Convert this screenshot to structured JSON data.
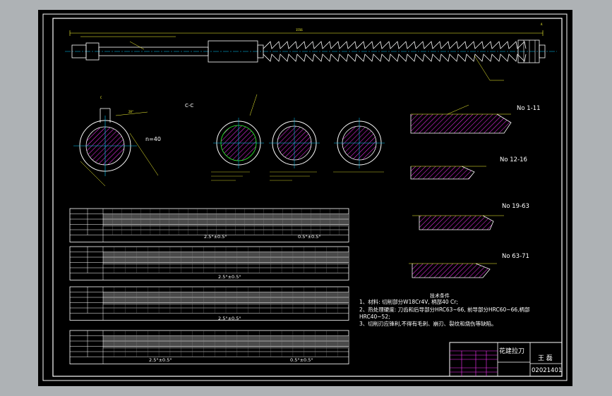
{
  "title_block": {
    "part_name": "花建拉刀",
    "designer": "王 磊",
    "drawing_no": "02021401"
  },
  "views": {
    "section_label": "C-C",
    "tooth_count": "n=40"
  },
  "profiles": [
    {
      "label": "No 1-11"
    },
    {
      "label": "No 12-16"
    },
    {
      "label": "No 19-63"
    },
    {
      "label": "No 63-71"
    }
  ],
  "tables": [
    {
      "footer_left": "2.5°±0.5°",
      "footer_right": "0.5°±0.5°"
    },
    {
      "footer_left": "2.5°±0.5°"
    },
    {
      "footer_left": "2.5°±0.5°"
    },
    {
      "footer_left": "2.5°±0.5°",
      "footer_right": "0.5°±0.5°"
    }
  ],
  "tech_requirements": {
    "heading": "技术条件",
    "lines": [
      "1、材料: 切削部分W18Cr4V, 柄部40 Cr;",
      "2、热处理硬度: 刀齿和后导部分HRC63~66, 前导部分HRC60~66,柄部",
      "HRC40~52;",
      "3、切削刃应锋利,不得有毛刺、崩刃、裂纹和烧伤等缺陷。"
    ]
  },
  "colors": {
    "frame_background": "#aeb2b5",
    "canvas": "#000000",
    "line_white": "#ffffff",
    "dimension_yellow": "#ffff33",
    "hatch_magenta": "#ff33ff",
    "centerline_cyan": "#00ccff",
    "green_dim": "#33ff33"
  }
}
